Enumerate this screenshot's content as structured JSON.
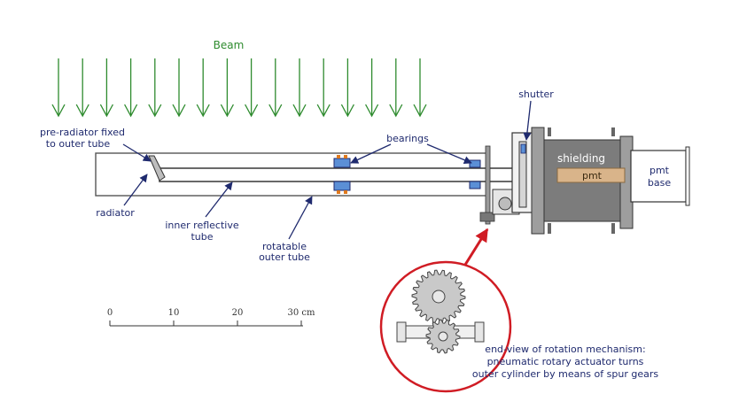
{
  "labels": {
    "beam": "Beam",
    "pre_radiator_line1": "pre-radiator fixed",
    "pre_radiator_line2": "to outer tube",
    "bearings": "bearings",
    "shutter": "shutter",
    "shielding": "shielding",
    "pmt": "pmt",
    "pmt_base_line1": "pmt",
    "pmt_base_line2": "base",
    "radiator": "radiator",
    "inner_tube_line1": "inner reflective",
    "inner_tube_line2": "tube",
    "outer_tube_line1": "rotatable",
    "outer_tube_line2": "outer tube",
    "caption_line1": "end-view of rotation mechanism:",
    "caption_line2": "pneumatic rotary actuator turns",
    "caption_line3": "outer cylinder by means of spur gears"
  },
  "scale_bar": {
    "ticks": [
      "0",
      "10",
      "20",
      "30 cm"
    ]
  },
  "colors": {
    "beam_arrow": "#2e8b2e",
    "label_text": "#1f2a6e",
    "callout_circle": "#d01c24",
    "shielding": "#7c7c7c",
    "pmt": "#d9b48a",
    "gear": "#c9c9c9"
  },
  "icons": {
    "beam_arrows": "down-arrow-icon",
    "pointer_arrows": "arrow-icon"
  }
}
